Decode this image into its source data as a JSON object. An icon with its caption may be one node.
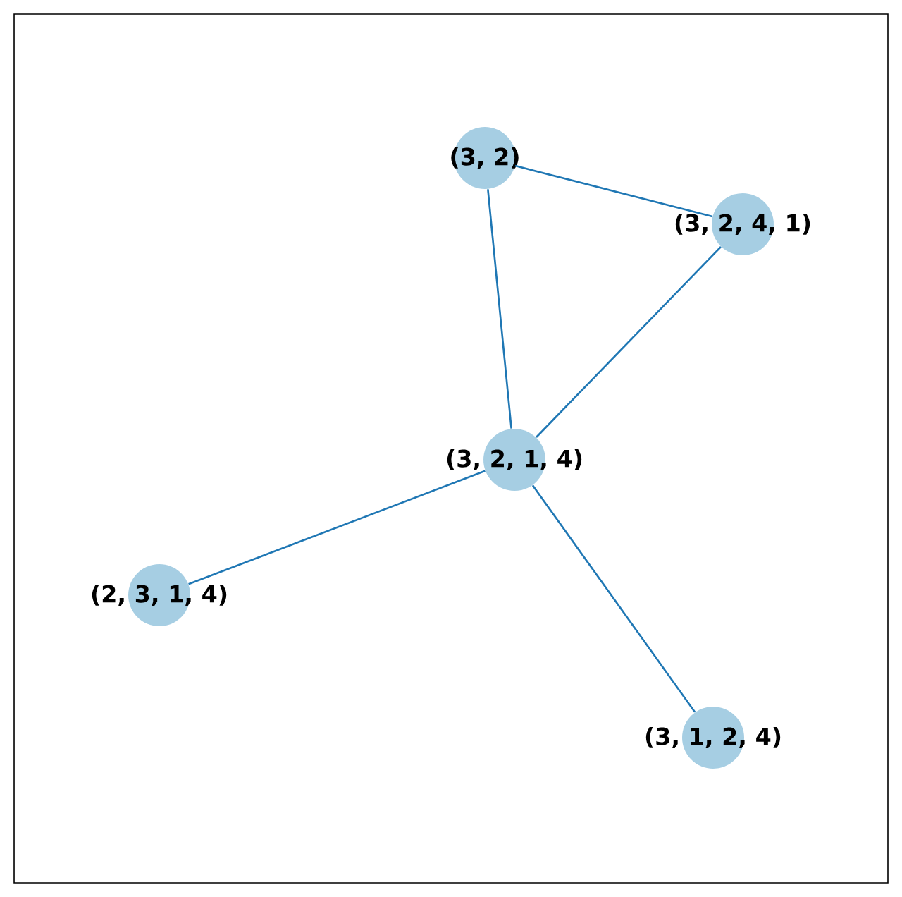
{
  "diagram": {
    "nodes": [
      {
        "text": [
          "(3, 2)"
        ]
      },
      {
        "text": [
          "(3, 2, 4, 1)"
        ]
      },
      {
        "text": [
          "(3, 2, 1, 4)"
        ]
      },
      {
        "text": [
          "(2, 3, 1, 4)"
        ]
      },
      {
        "text": [
          "(3, 1, 2, 4)"
        ]
      }
    ],
    "edges": [
      {
        "from": 0,
        "to": 1,
        "arrow": "none"
      },
      {
        "from": 0,
        "to": 2,
        "arrow": "none"
      },
      {
        "from": 1,
        "to": 2,
        "arrow": "none"
      },
      {
        "from": 2,
        "to": 3,
        "arrow": "none"
      },
      {
        "from": 2,
        "to": 4,
        "arrow": "none"
      }
    ]
  }
}
